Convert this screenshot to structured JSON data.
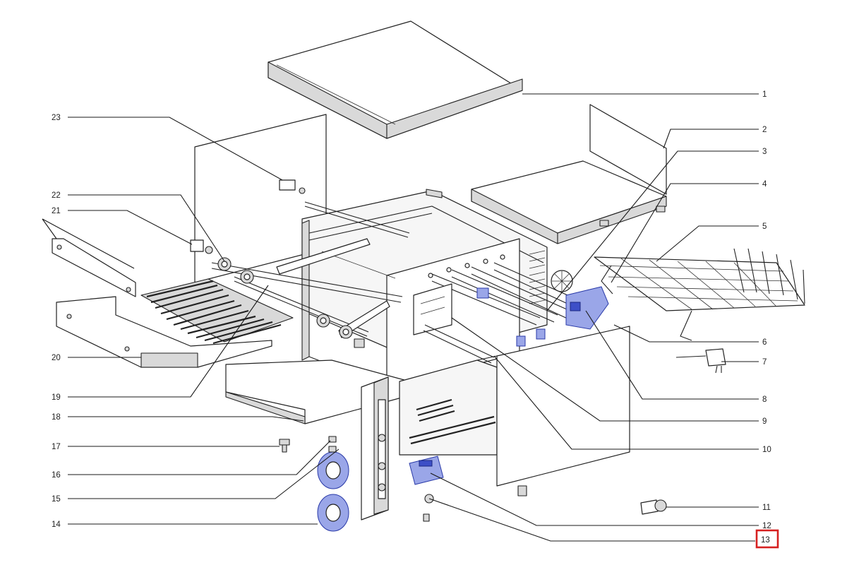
{
  "part_numbers": [
    "1",
    "2",
    "3",
    "4",
    "5",
    "6",
    "7",
    "8",
    "9",
    "10",
    "11",
    "12",
    "13",
    "14",
    "15",
    "16",
    "17",
    "18",
    "19",
    "20",
    "21",
    "22",
    "23"
  ],
  "highlighted_part": "13",
  "colors": {
    "line": "#222222",
    "accent_blue": "#3d4fc7",
    "highlight": "#d62020"
  }
}
